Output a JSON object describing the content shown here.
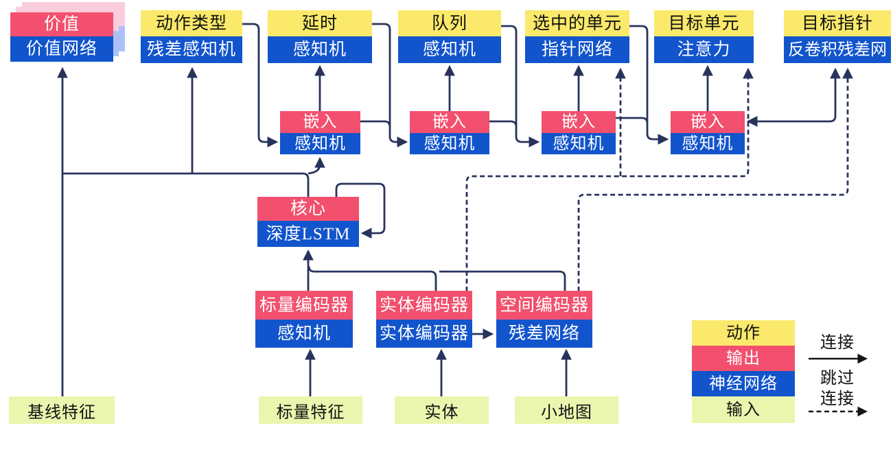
{
  "colors": {
    "yellow": "#FAE96A",
    "red": "#F2506E",
    "blue": "#1254CC",
    "green": "#EAF6AE",
    "pink_shadow": "#FACDDD",
    "blue_shadow": "#ABC1F6",
    "line": "#28335C",
    "legend_arrow": "#151515"
  },
  "nodes": {
    "value": {
      "top": "价值",
      "bottom": "价值网络"
    },
    "action_type": {
      "top": "动作类型",
      "bottom": "残差感知机"
    },
    "delay": {
      "top": "延时",
      "bottom": "感知机"
    },
    "queue": {
      "top": "队列",
      "bottom": "感知机"
    },
    "selected_units": {
      "top": "选中的单元",
      "bottom": "指针网络"
    },
    "target_unit": {
      "top": "目标单元",
      "bottom": "注意力"
    },
    "target_pointer": {
      "top": "目标指针",
      "bottom": "反卷积残差网"
    },
    "embed1": {
      "top": "嵌入",
      "bottom": "感知机"
    },
    "embed2": {
      "top": "嵌入",
      "bottom": "感知机"
    },
    "embed3": {
      "top": "嵌入",
      "bottom": "感知机"
    },
    "embed4": {
      "top": "嵌入",
      "bottom": "感知机"
    },
    "core": {
      "top": "核心",
      "bottom": "深度LSTM"
    },
    "scalar_encoder": {
      "top": "标量编码器",
      "bottom": "感知机"
    },
    "entity_encoder": {
      "top": "实体编码器",
      "bottom": "实体编码器"
    },
    "spatial_encoder": {
      "top": "空间编码器",
      "bottom": "残差网络"
    }
  },
  "inputs": {
    "baseline_features": "基线特征",
    "scalar_features": "标量特征",
    "entities": "实体",
    "minimap": "小地图"
  },
  "legend": {
    "action": "动作",
    "output": "输出",
    "neural_network": "神经网络",
    "input": "输入",
    "connection": "连接",
    "skip_line1": "跳过",
    "skip_line2": "连接"
  }
}
